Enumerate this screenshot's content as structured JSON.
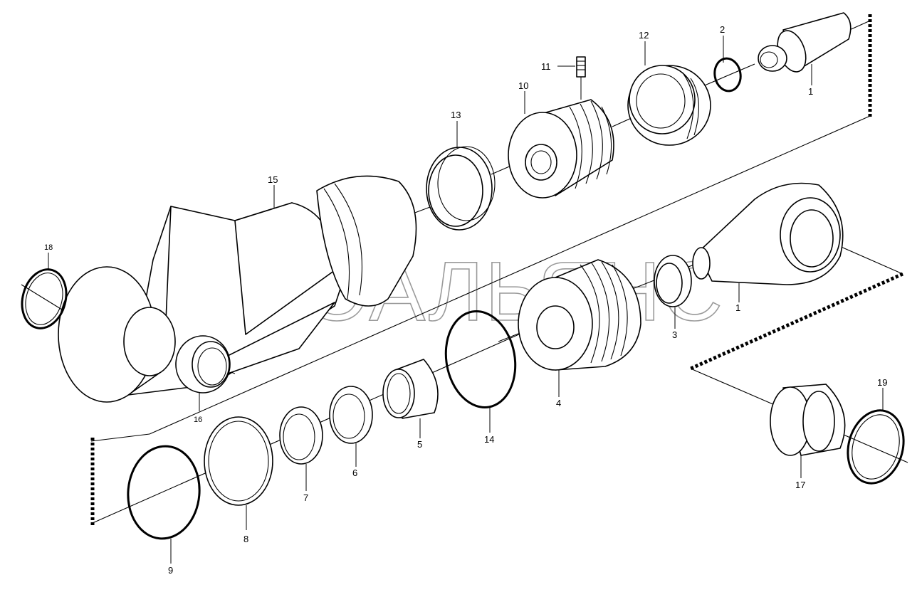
{
  "diagram": {
    "type": "exploded-parts-diagram",
    "subject": "hydraulic cylinder",
    "watermark": "АВТОАЛЬЯНС",
    "callouts": {
      "c1a": "1",
      "c1b": "1",
      "c2": "2",
      "c3": "3",
      "c4": "4",
      "c5": "5",
      "c6": "6",
      "c7": "7",
      "c8": "8",
      "c9": "9",
      "c10": "10",
      "c11": "11",
      "c12": "12",
      "c13": "13",
      "c14": "14",
      "c15": "15",
      "c16": "16",
      "c17": "17",
      "c18": "18",
      "c19": "19"
    }
  }
}
